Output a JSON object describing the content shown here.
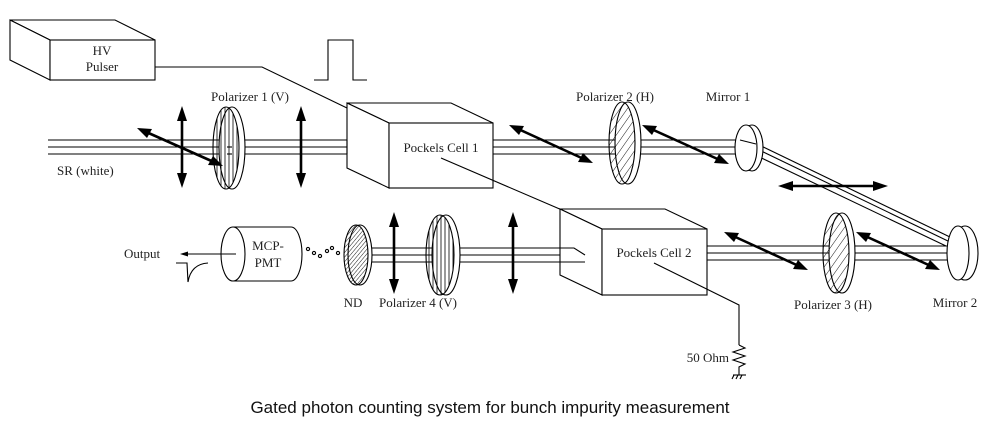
{
  "diagram": {
    "caption": "Gated photon counting system for bunch impurity measurement",
    "components": {
      "hv_pulser": {
        "line1": "HV",
        "line2": "Pulser"
      },
      "polarizer1": "Polarizer 1 (V)",
      "polarizer2": "Polarizer 2 (H)",
      "polarizer3": "Polarizer 3 (H)",
      "polarizer4": "Polarizer 4 (V)",
      "pockels1": "Pockels Cell 1",
      "pockels2": "Pockels Cell 2",
      "mirror1": "Mirror 1",
      "mirror2": "Mirror 2",
      "sr": "SR (white)",
      "nd": "ND",
      "mcp": {
        "line1": "MCP-",
        "line2": "PMT"
      },
      "output": "Output",
      "resistor": "50 Ohm"
    }
  }
}
